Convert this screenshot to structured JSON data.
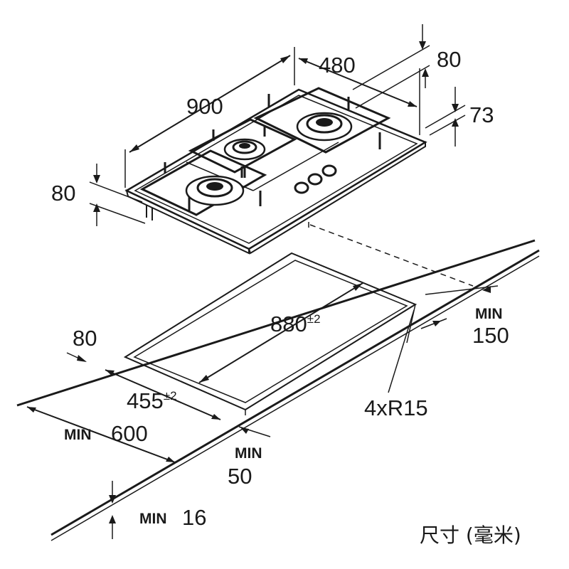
{
  "diagram": {
    "hob_dimensions": {
      "width": "900",
      "depth": "480",
      "rear_offset": "80",
      "height": "73",
      "front_height": "80"
    },
    "cutout": {
      "width": "880",
      "width_tol": "±2",
      "depth": "455",
      "depth_tol": "±2",
      "corner_radius": "4xR15"
    },
    "clearances": {
      "front_depth": "80",
      "min_side_label": "MIN",
      "min_side_value": "150",
      "min_worktop_label": "MIN",
      "min_worktop_value": "600",
      "min_front_label": "MIN",
      "min_front_value": "50",
      "min_thickness_label": "MIN",
      "min_thickness_value": "16"
    },
    "unit_caption": "尺寸 (毫米)"
  }
}
